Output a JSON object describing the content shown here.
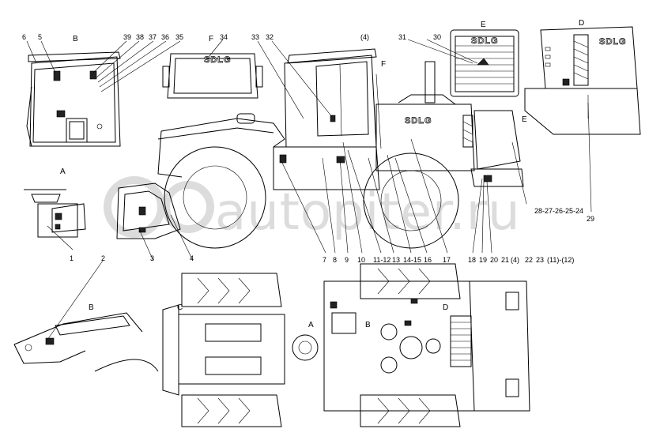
{
  "watermark": "autopiter.ru",
  "brand": "SDLG",
  "views": {
    "b_top": "B",
    "e_top": "E",
    "d_top": "D",
    "f_top": "F",
    "e_arrow": "E",
    "f_arrow": "F",
    "b_side": "B",
    "c_top": "C",
    "a_top": "A",
    "b_top2": "B",
    "d_mid": "D",
    "a_side": "A"
  },
  "callouts": {
    "n1": "1",
    "n2": "2",
    "n3": "3",
    "n4": "4",
    "n5": "5",
    "n6": "6",
    "n7": "7",
    "n8": "8",
    "n9": "9",
    "n10": "10",
    "n11_12": "11-12",
    "n13": "13",
    "n14_15": "14-15",
    "n16": "16",
    "n17": "17",
    "n18": "18",
    "n19": "19",
    "n20": "20",
    "n21": "21",
    "n4b": "(4)",
    "n22": "22",
    "n23": "23",
    "n11_12b": "(11)-(12)",
    "n28_24": "28-27-26-25-24",
    "n29": "29",
    "n30": "30",
    "n31": "31",
    "n32": "32",
    "n33": "33",
    "n34": "34",
    "n35": "35",
    "n36": "36",
    "n37": "37",
    "n38": "38",
    "n39": "39",
    "n4c": "(4)"
  }
}
